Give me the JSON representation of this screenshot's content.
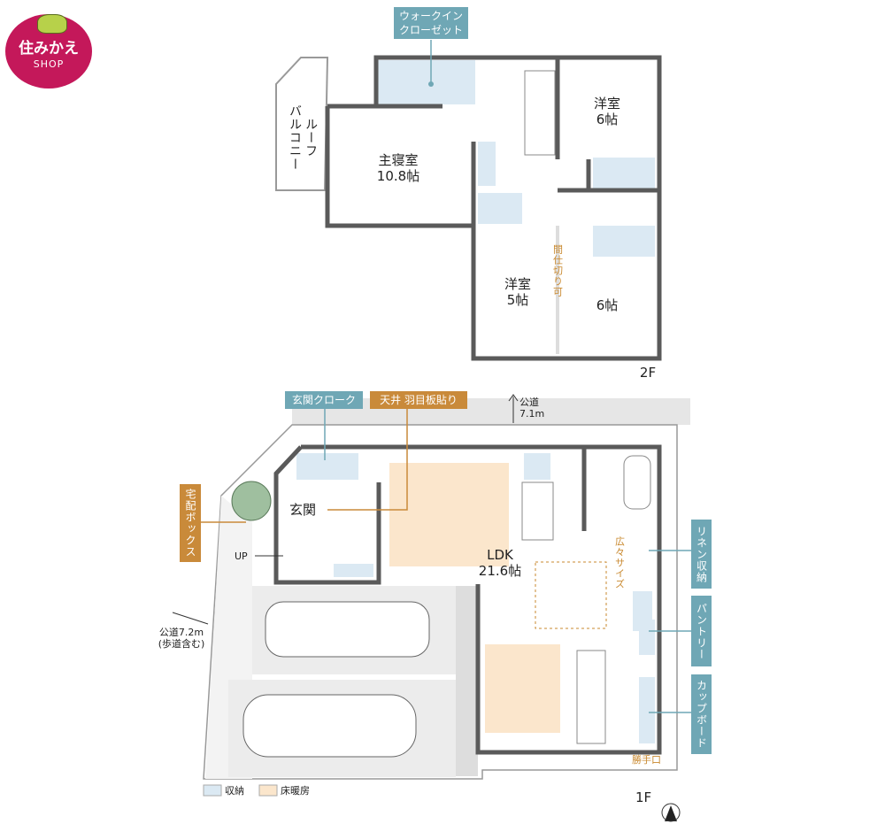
{
  "logo": {
    "brand": "住みかえ",
    "sub": "SHOP"
  },
  "floor2": {
    "floor_label": "2F",
    "callout_wic": "ウォークイン\nクローゼット",
    "rooms": {
      "master": "主寝室\n10.8帖",
      "western6": "洋室\n6帖",
      "western5": "洋室\n5帖",
      "room6": "6帖",
      "balcony": "ルーフ\nバルコニー"
    },
    "partition_note": "間仕切り可"
  },
  "floor1": {
    "floor_label": "1F",
    "callouts": {
      "entrance_cloak": "玄関クローク",
      "ceiling": "天井 羽目板貼り",
      "delivery_box": "宅配ボックス",
      "linen": "リネン収納",
      "pantry": "パントリー",
      "cupboard": "カップボード"
    },
    "rooms": {
      "entrance": "玄関",
      "ldk": "LDK\n21.6帖",
      "back_door": "勝手口",
      "spacious": "広々サイズ",
      "up": "UP"
    },
    "road_north": "公道\n7.1m",
    "road_west": "公道7.2m\n(歩道含む)"
  },
  "legend": {
    "storage": "収納",
    "floor_heating": "床暖房"
  },
  "colors": {
    "storage": "#dbe9f3",
    "floor_heating": "#fbe6cc",
    "wall": "#5a5a5a",
    "callout_blue": "#6fa7b5",
    "callout_orange": "#c98a3a"
  }
}
